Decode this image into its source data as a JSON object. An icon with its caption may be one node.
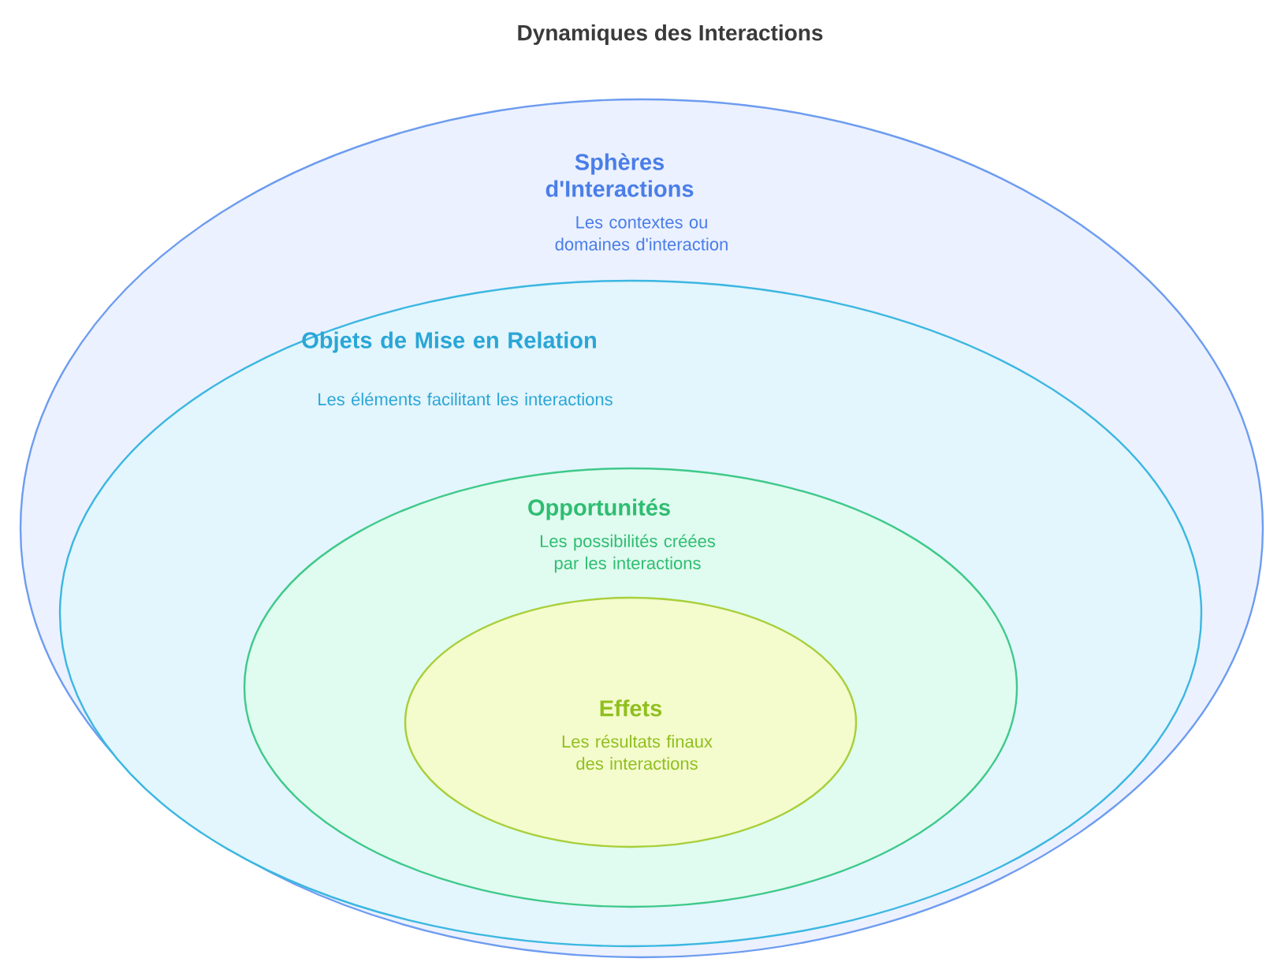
{
  "diagram": {
    "title": "Dynamiques des Interactions",
    "nodes": [
      {
        "text": [
          "Sphères d'Interactions",
          "Les contextes ou domaines d'interaction"
        ]
      },
      {
        "text": [
          "Objets de Mise en Relation",
          "Les éléments facilitant les interactions"
        ],
        "in": 0
      },
      {
        "text": [
          "Opportunités",
          "Les possibilités créées par les interactions"
        ],
        "in": 1
      },
      {
        "text": [
          "Effets",
          "Les résultats finaux des interactions"
        ],
        "in": 2
      }
    ]
  }
}
